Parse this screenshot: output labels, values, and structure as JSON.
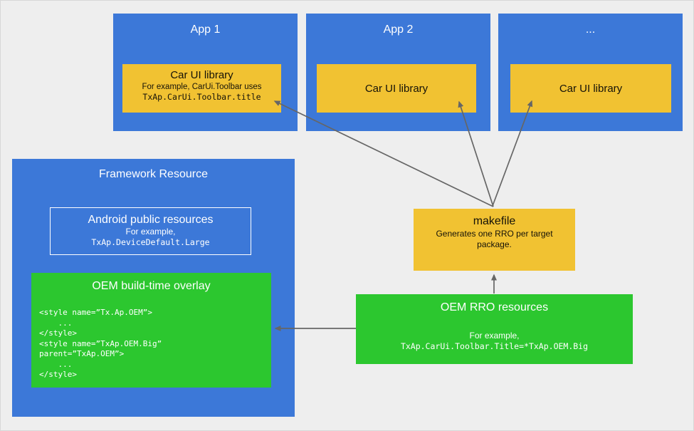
{
  "colors": {
    "blue": "#3c78d8",
    "yellow": "#f1c232",
    "green": "#2cc72f",
    "background": "#eeeeee",
    "arrow": "#666666"
  },
  "apps": [
    {
      "title": "App 1",
      "library": {
        "title": "Car UI library",
        "example_line1": "For example, CarUi.Toolbar uses",
        "example_line2": "TxAp.CarUi.Toolbar.title"
      }
    },
    {
      "title": "App 2",
      "library": {
        "title": "Car UI library"
      }
    },
    {
      "title": "...",
      "library": {
        "title": "Car UI library"
      }
    }
  ],
  "framework": {
    "title": "Framework Resource",
    "android_public_resources": {
      "title": "Android public resources",
      "example_label": "For example,",
      "example_code": "TxAp.DeviceDefault.Large"
    },
    "oem_overlay": {
      "title": "OEM build-time overlay",
      "code_lines": [
        "<style name=”Tx.Ap.OEM”>",
        "    ...",
        "</style>",
        "<style name=”TxAp.OEM.Big”",
        "parent=”TxAp.OEM”>",
        "    ...",
        "</style>"
      ]
    }
  },
  "makefile": {
    "title": "makefile",
    "description": "Generates one RRO per target package."
  },
  "oem_rro": {
    "title": "OEM RRO resources",
    "example_label": "For example,",
    "example_code": "TxAp.CarUi.Toolbar.Title=*TxAp.OEM.Big"
  },
  "connections": [
    {
      "from": "makefile",
      "to": "app1-car-ui-library"
    },
    {
      "from": "makefile",
      "to": "app2-car-ui-library"
    },
    {
      "from": "makefile",
      "to": "app3-car-ui-library"
    },
    {
      "from": "oem-rro-resources",
      "to": "makefile"
    },
    {
      "from": "oem-rro-resources",
      "to": "oem-build-time-overlay"
    }
  ]
}
